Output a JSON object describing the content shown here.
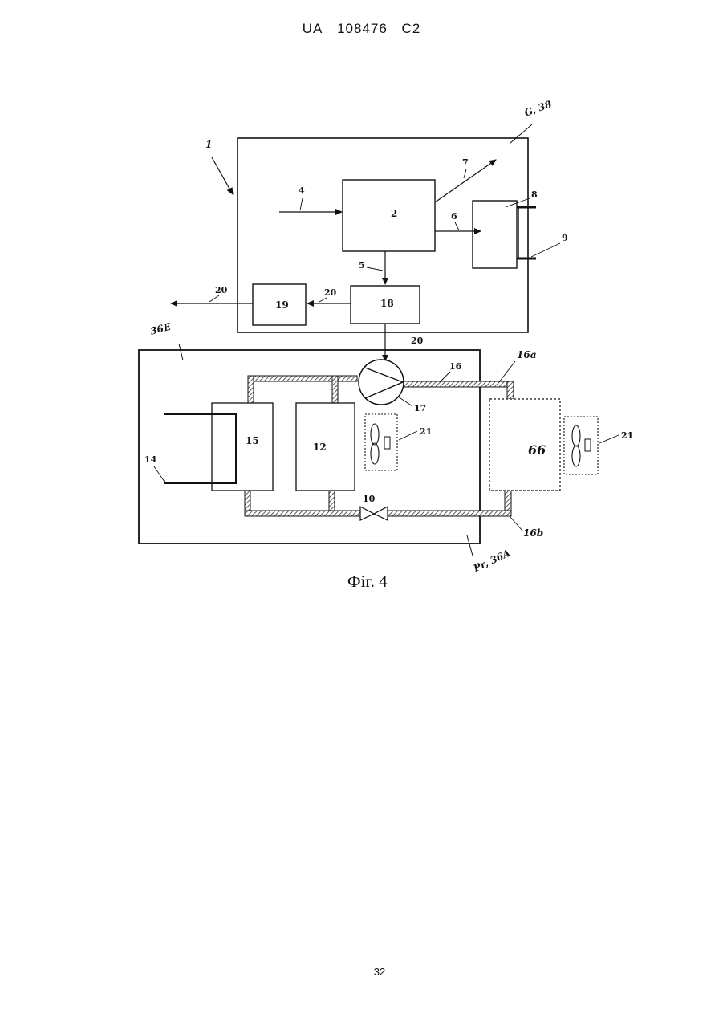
{
  "header": {
    "country_code": "UA",
    "patent_number": "108476",
    "kind_code": "C2"
  },
  "figure": {
    "caption": "Фіг. 4",
    "top_system_label": "G, 38",
    "system_ref_label": "1",
    "bottom_left_label": "36E",
    "bottom_right_label": "Pr, 36A",
    "blocks": {
      "processor": "2",
      "output_unit": "8",
      "controller": "18",
      "transmitter": "19",
      "heat_exchanger_15": "15",
      "unit_12": "12",
      "external_unit": "66"
    },
    "refs": {
      "input": "4",
      "out_5": "5",
      "out_6": "6",
      "out_7": "7",
      "line_9": "9",
      "signal_20_left": "20",
      "signal_20_mid": "20",
      "signal_20_bottom": "20",
      "pipe_16": "16",
      "pipe_16a": "16a",
      "pipe_16b": "16b",
      "pump_17": "17",
      "fan_21_inner": "21",
      "fan_21_outer": "21",
      "valve_10": "10",
      "line_14": "14"
    }
  },
  "page_number": "32"
}
